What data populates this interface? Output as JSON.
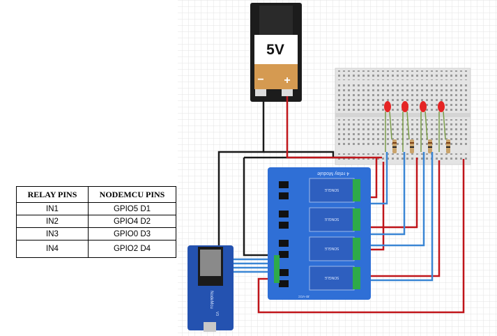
{
  "battery": {
    "label": "5V",
    "minus": "−",
    "plus": "+"
  },
  "relay_module": {
    "title": "4 relay Module",
    "brand": "SONGLE",
    "right_label": "JD-VCC"
  },
  "nodemcu": {
    "label": "NodeMcu",
    "version": "V3"
  },
  "pin_table": {
    "headers": [
      "RELAY PINS",
      "NODEMCU PINS"
    ],
    "rows": [
      [
        "IN1",
        "GPIO5 D1"
      ],
      [
        "IN2",
        "GPIO4 D2"
      ],
      [
        "IN3",
        "GPIO0 D3"
      ],
      [
        "IN4",
        "GPIO2 D4"
      ]
    ]
  },
  "colors": {
    "grid_line": "#e3e3e3",
    "breadboard": "#e6e6e6",
    "relay_board": "#2f6fd6",
    "nodemcu_board": "#2452b0",
    "wire_black": "#1a1a1a",
    "wire_red": "#c0151a",
    "wire_blue": "#3a86d4",
    "led_red": "#e52424",
    "battery_gold": "#d59a51"
  }
}
